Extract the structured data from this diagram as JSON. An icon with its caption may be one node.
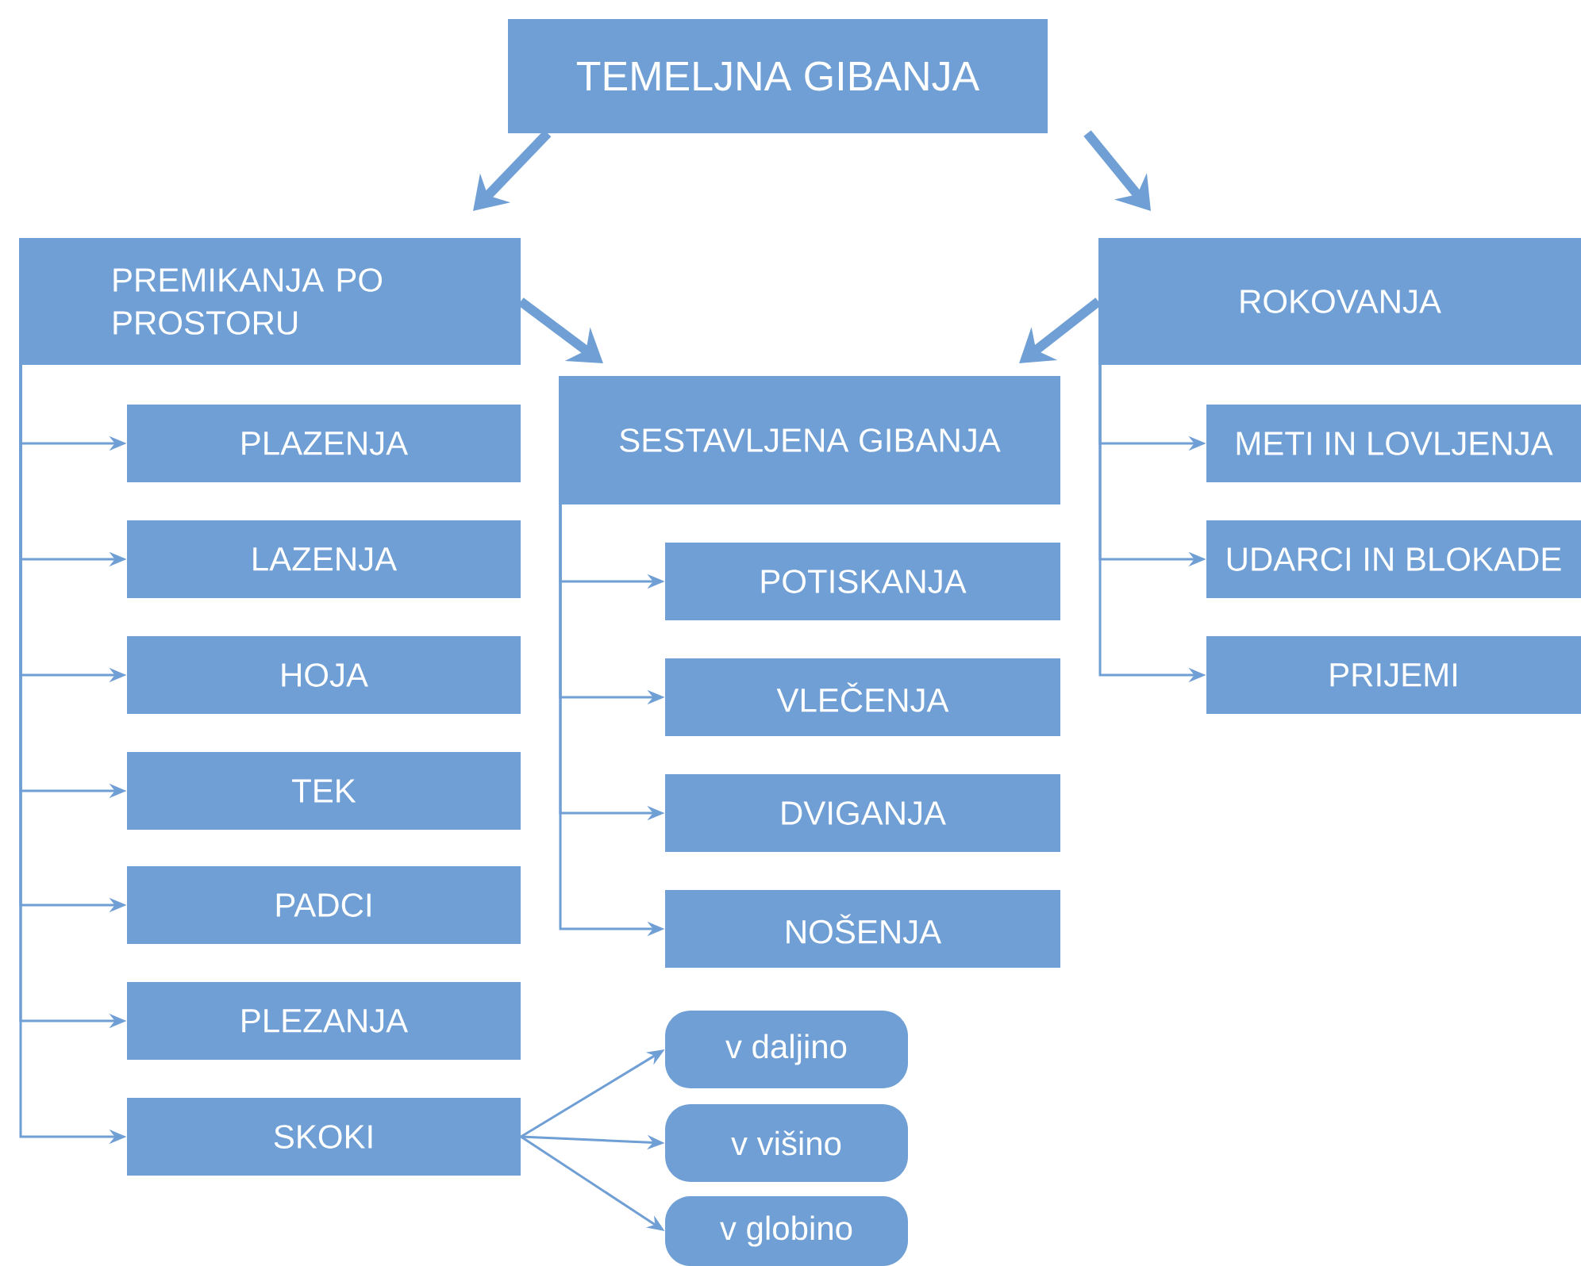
{
  "diagram": {
    "nodes": [
      {
        "text": [
          "TEMELJNA GIBANJA"
        ]
      },
      {
        "text": [
          "PREMIKANJA PO PROSTORU"
        ]
      },
      {
        "text": [
          "SESTAVLJENA GIBANJA"
        ]
      },
      {
        "text": [
          "ROKOVANJA"
        ]
      },
      {
        "text": [
          "PLAZENJA"
        ]
      },
      {
        "text": [
          "LAZENJA"
        ]
      },
      {
        "text": [
          "HOJA"
        ]
      },
      {
        "text": [
          "TEK"
        ]
      },
      {
        "text": [
          "PADCI"
        ]
      },
      {
        "text": [
          "PLEZANJA"
        ]
      },
      {
        "text": [
          "SKOKI"
        ]
      },
      {
        "text": [
          "POTISKANJA"
        ]
      },
      {
        "text": [
          "VLEČENJA"
        ]
      },
      {
        "text": [
          "DVIGANJA"
        ]
      },
      {
        "text": [
          "NOŠENJA"
        ]
      },
      {
        "text": [
          "METI IN LOVLJENJA"
        ]
      },
      {
        "text": [
          "UDARCI IN BLOKADE"
        ]
      },
      {
        "text": [
          "PRIJEMI"
        ]
      },
      {
        "text": [
          "v daljino"
        ]
      },
      {
        "text": [
          "v višino"
        ]
      },
      {
        "text": [
          "v globino"
        ]
      }
    ],
    "edges": [
      {
        "from": 0,
        "to": 1,
        "arrow": "to",
        "style": "thick"
      },
      {
        "from": 0,
        "to": 3,
        "arrow": "to",
        "style": "thick"
      },
      {
        "from": 1,
        "to": 2,
        "arrow": "to",
        "style": "thick"
      },
      {
        "from": 3,
        "to": 2,
        "arrow": "to",
        "style": "thick"
      },
      {
        "from": 1,
        "to": 4,
        "arrow": "to"
      },
      {
        "from": 1,
        "to": 5,
        "arrow": "to"
      },
      {
        "from": 1,
        "to": 6,
        "arrow": "to"
      },
      {
        "from": 1,
        "to": 7,
        "arrow": "to"
      },
      {
        "from": 1,
        "to": 8,
        "arrow": "to"
      },
      {
        "from": 1,
        "to": 9,
        "arrow": "to"
      },
      {
        "from": 1,
        "to": 10,
        "arrow": "to"
      },
      {
        "from": 2,
        "to": 11,
        "arrow": "to"
      },
      {
        "from": 2,
        "to": 12,
        "arrow": "to"
      },
      {
        "from": 2,
        "to": 13,
        "arrow": "to"
      },
      {
        "from": 2,
        "to": 14,
        "arrow": "to"
      },
      {
        "from": 3,
        "to": 15,
        "arrow": "to"
      },
      {
        "from": 3,
        "to": 16,
        "arrow": "to"
      },
      {
        "from": 3,
        "to": 17,
        "arrow": "to"
      },
      {
        "from": 10,
        "to": 18,
        "arrow": "to"
      },
      {
        "from": 10,
        "to": 19,
        "arrow": "to"
      },
      {
        "from": 10,
        "to": 20,
        "arrow": "to"
      }
    ]
  }
}
